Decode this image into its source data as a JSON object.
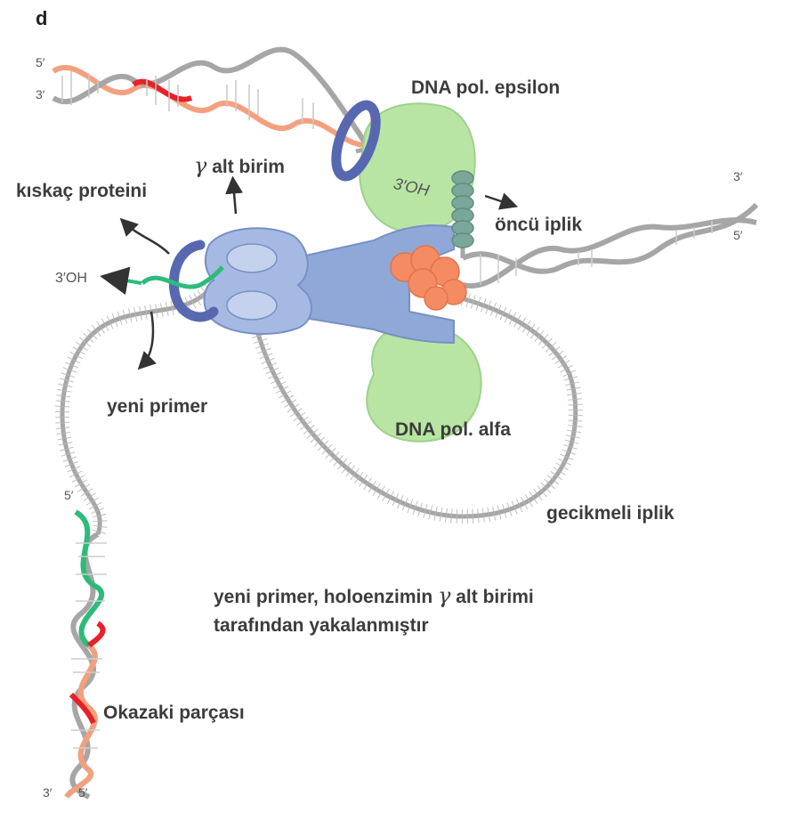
{
  "panel_letter": "d",
  "labels": {
    "pol_epsilon": "DNA pol. epsilon",
    "gamma_subunit": "alt birim",
    "clamp_protein": "kıskaç proteini",
    "leading_strand": "öncü iplik",
    "new_primer": "yeni primer",
    "pol_alpha": "DNA pol. alfa",
    "lagging_strand": "gecikmeli iplik",
    "caption_line1_a": "yeni primer, holoenzimin",
    "caption_line1_b": "alt birimi",
    "caption_line2": "tarafından yakalanmıştır",
    "okazaki": "Okazaki parçası"
  },
  "gamma_symbol": "γ",
  "end_labels": {
    "top_left_5": "5′",
    "top_left_3": "3′",
    "right_3": "3′",
    "right_5": "5′",
    "oh_left": "3′OH",
    "oh_center": "3′OH",
    "lower_5": "5′",
    "bottom_3": "3′",
    "bottom_5": "5′"
  },
  "colors": {
    "dna_gray": "#a6a6a6",
    "rna_green": "#2dbb7a",
    "new_dna_salmon": "#f4a07e",
    "new_dna_red": "#e8202a",
    "polymerase_green": "#b9e5a4",
    "clamp_blue": "#5868b0",
    "holoenzyme_blue": "#8fa8d8",
    "helicase_teal": "#7aa79a",
    "primase_orange": "#f58b63"
  }
}
